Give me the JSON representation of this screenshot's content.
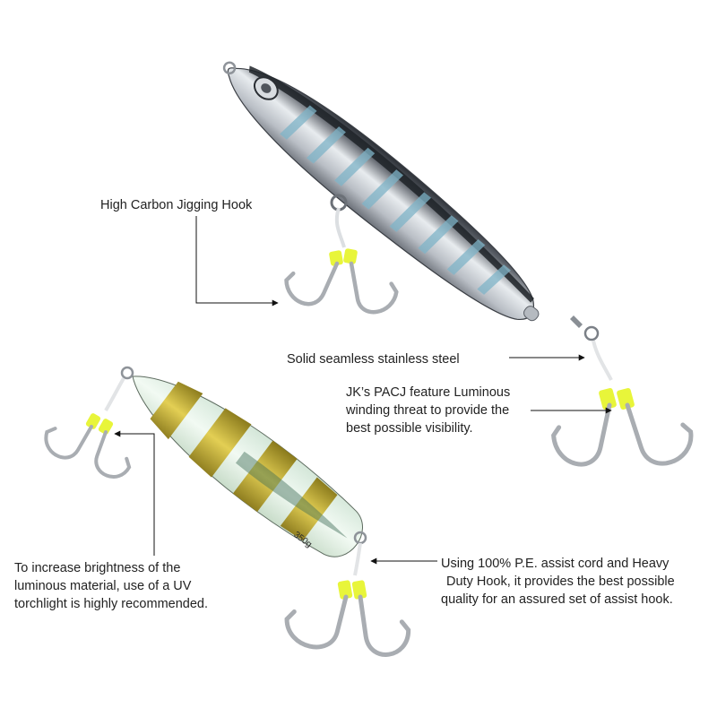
{
  "image": {
    "description_free": true
  },
  "annotations": {
    "hook": "High Carbon Jigging Hook",
    "steel": "Solid seamless stainless steel",
    "luminous": [
      "JK’s PACJ feature Luminous",
      "winding threat to provide the",
      "best possible visibility."
    ],
    "uv": [
      "To increase brightness of the",
      "luminous material, use of a UV",
      "torchlight is highly recommended."
    ],
    "pe": [
      "Using 100% P.E. assist cord and Heavy",
      "Duty Hook, it provides the best possible",
      "quality for an assured set of assist hook."
    ]
  },
  "jig_marking": "350g",
  "colors": {
    "text": "#222222",
    "arrow": "#111111",
    "silver_body": "#c9ced4",
    "stripe": "#7fb4c8",
    "gold": "#c8b23a",
    "glow": "#e6f3e9",
    "thread": "#e8f53a"
  }
}
